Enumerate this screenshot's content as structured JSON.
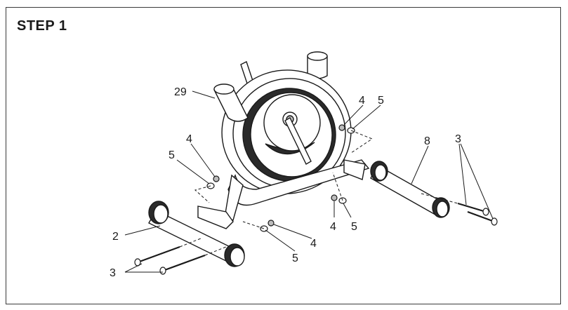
{
  "step": {
    "title": "STEP 1"
  },
  "callouts": {
    "c29": "29",
    "c4_top_right": "4",
    "c5_top_right": "5",
    "c4_left": "4",
    "c5_left": "5",
    "c8": "8",
    "c3_right": "3",
    "c4_mid": "4",
    "c5_mid": "5",
    "c2": "2",
    "c4_bottom": "4",
    "c5_bottom": "5",
    "c3_left": "3"
  },
  "colors": {
    "line": "#1a1a1a",
    "fill_dark": "#2a2a2a",
    "fill_mid": "#bdbdbd"
  }
}
